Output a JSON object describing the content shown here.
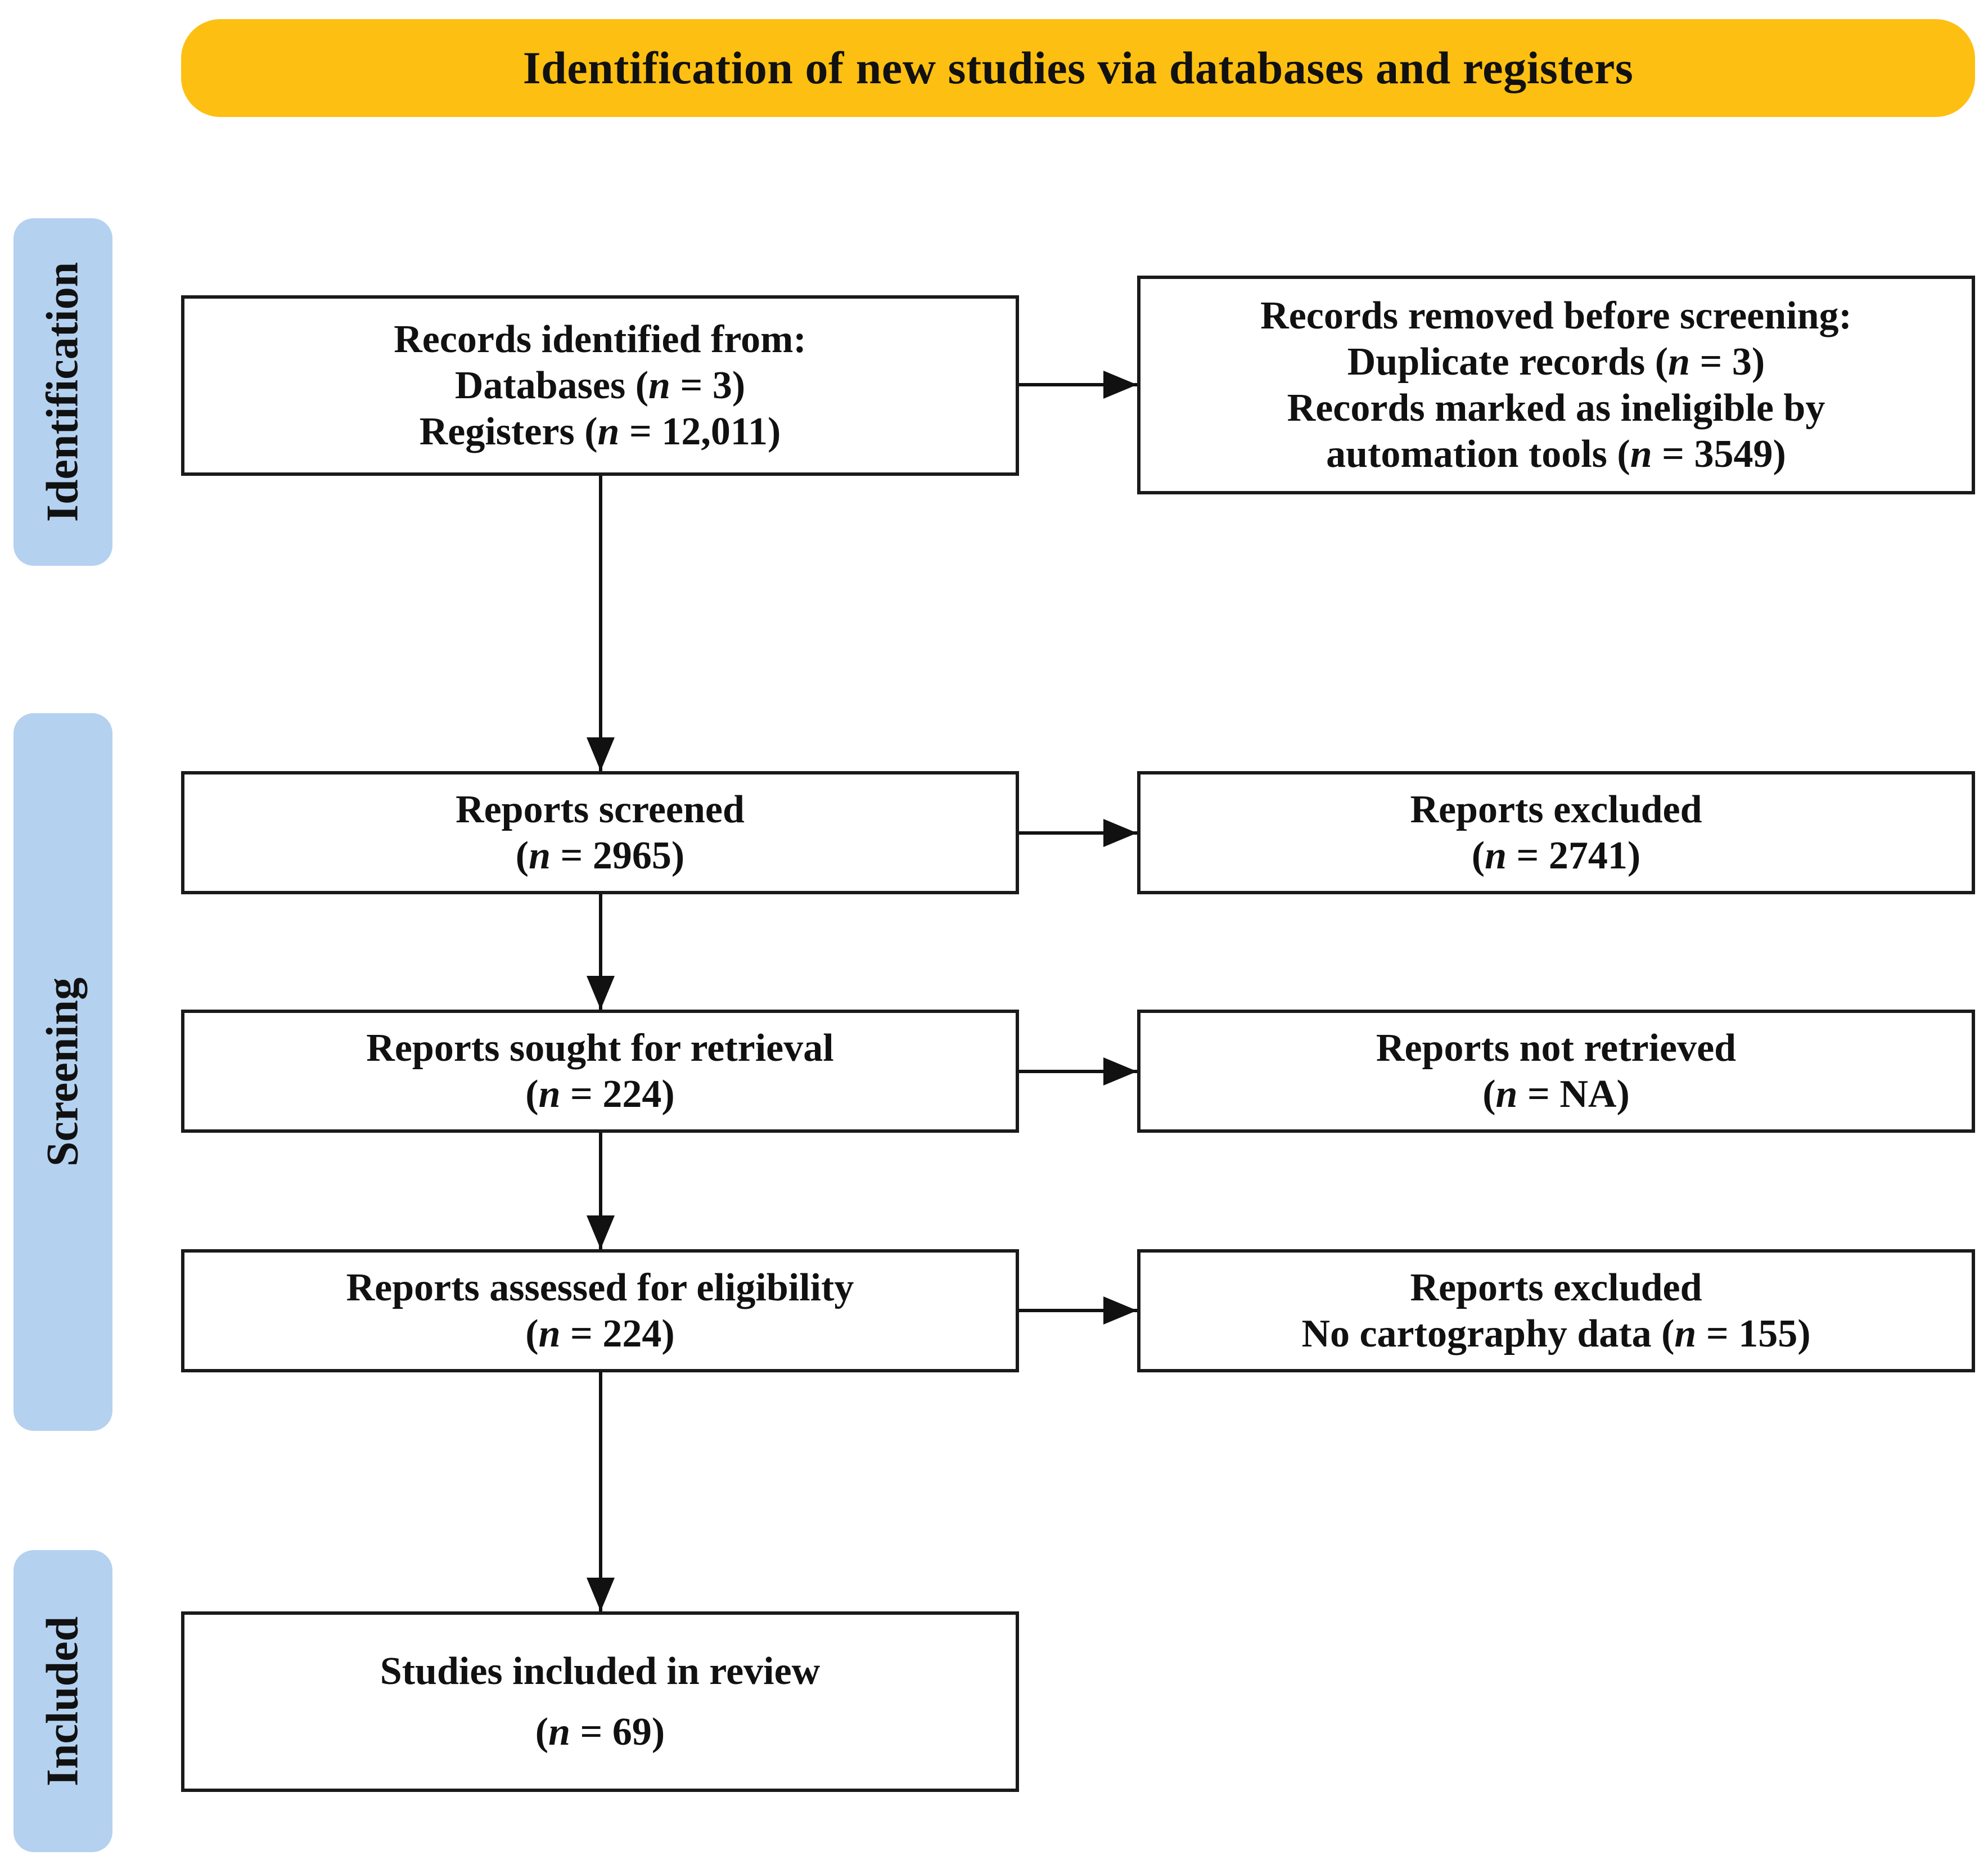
{
  "header": {
    "title": "Identification of new studies via databases and registers"
  },
  "phases": {
    "identification": "Identification",
    "screening": "Screening",
    "included": "Included"
  },
  "n_symbol": "n",
  "boxes": {
    "records_identified": {
      "title": "Records identified from:",
      "databases_prefix": "Databases (",
      "databases_count": "= 3)",
      "registers_prefix": "Registers (",
      "registers_count": "= 12,011)"
    },
    "records_removed": {
      "title": "Records removed before screening:",
      "duplicates_prefix": "Duplicate records (",
      "duplicates_count": "= 3)",
      "ineligible_line1": "Records marked as ineligible by",
      "ineligible_prefix": "automation tools (",
      "ineligible_count": "= 3549)"
    },
    "reports_screened": {
      "title": "Reports screened",
      "prefix": "(",
      "count": "= 2965)"
    },
    "reports_excluded_screening": {
      "title": "Reports excluded",
      "prefix": "(",
      "count": "= 2741)"
    },
    "reports_sought": {
      "title": "Reports sought for retrieval",
      "prefix": "(",
      "count": "= 224)"
    },
    "reports_not_retrieved": {
      "title": "Reports not retrieved",
      "prefix": "(",
      "count": "= NA)"
    },
    "reports_assessed": {
      "title": "Reports assessed for eligibility",
      "prefix": "(",
      "count": "= 224)"
    },
    "reports_excluded_eligibility": {
      "title": "Reports excluded",
      "reason_prefix": "No cartography data (",
      "reason_count": "= 155)"
    },
    "studies_included": {
      "title": "Studies included in review",
      "prefix": "(",
      "count": "= 69)"
    }
  }
}
